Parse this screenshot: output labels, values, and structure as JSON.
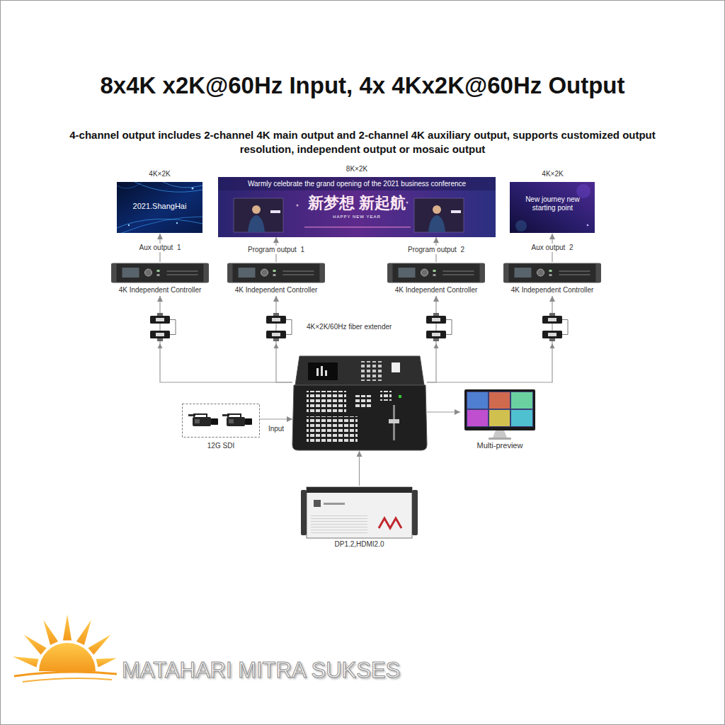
{
  "diagram": {
    "title": "8x4K x2K@60Hz Input, 4x 4Kx2K@60Hz Output",
    "nodes": [
      {
        "text": [
          "4K×2K",
          "2021.ShangHai"
        ]
      },
      {
        "text": [
          "8K×2K",
          "Warmly celebrate the grand opening of the 2021 business conference",
          "新梦想 新起航",
          "HAPPY NEW YEAR"
        ]
      },
      {
        "text": [
          "4K×2K",
          "New journey new starting point"
        ]
      },
      {
        "text": [
          "4K Independent Controller"
        ]
      },
      {
        "text": [
          "4K Independent Controller"
        ]
      },
      {
        "text": [
          "4K Independent Controller"
        ]
      },
      {
        "text": [
          "4K Independent Controller"
        ]
      },
      {
        "text": []
      },
      {
        "text": [
          "12G SDI"
        ]
      },
      {
        "text": [
          "Multi-preview"
        ]
      },
      {
        "text": [
          "DP1.2,HDMI2.0"
        ]
      }
    ],
    "edges": [
      {
        "from": 3,
        "to": 0,
        "arrow": "to",
        "label": "Aux output  1"
      },
      {
        "from": 4,
        "to": 1,
        "arrow": "to",
        "label": "Program output  1"
      },
      {
        "from": 5,
        "to": 1,
        "arrow": "to",
        "label": "Program output  2"
      },
      {
        "from": 6,
        "to": 2,
        "arrow": "to",
        "label": "Aux output  2"
      },
      {
        "from": 7,
        "to": 3,
        "arrow": "to"
      },
      {
        "from": 7,
        "to": 4,
        "arrow": "to"
      },
      {
        "from": 7,
        "to": 5,
        "arrow": "to"
      },
      {
        "from": 7,
        "to": 6,
        "arrow": "to"
      },
      {
        "from": 8,
        "to": 7,
        "arrow": "to",
        "label": "Input"
      },
      {
        "from": 7,
        "to": 9,
        "arrow": "to"
      },
      {
        "from": 10,
        "to": 7,
        "arrow": "to"
      }
    ],
    "labels": [
      "4-channel output includes 2-channel 4K main output and 2-channel 4K auxiliary output, supports customized output resolution, independent output or mosaic output",
      "4K×2K/60Hz fiber extender",
      "MATAHARI MITRA SUKSES"
    ]
  }
}
